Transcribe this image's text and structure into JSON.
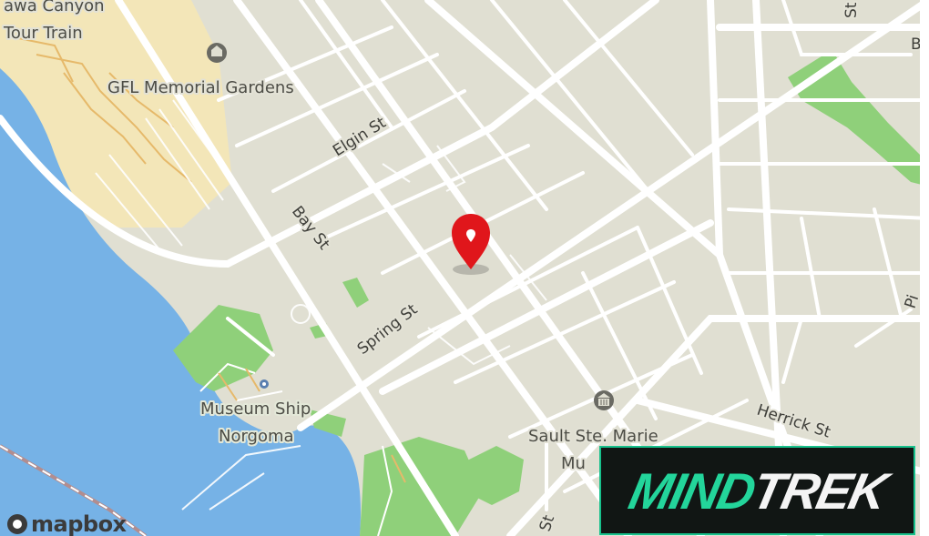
{
  "map": {
    "streets": {
      "elgin": "Elgin St",
      "bay": "Bay St",
      "spring": "Spring St",
      "herrick": "Herrick St",
      "partial_bottom": "St",
      "partial_right": "Pi",
      "partial_top": "St",
      "partial_topright": "Be"
    },
    "places": {
      "canyon_line1": "awa Canyon",
      "canyon_line2": "Tour Train",
      "gardens": "GFL Memorial Gardens",
      "museum_ship_line1": "Museum Ship",
      "museum_ship_line2": "Norgoma",
      "sault_line1": "Sault Ste. Marie",
      "sault_line2": "Mu"
    },
    "colors": {
      "land": "#e0dfd2",
      "water": "#76b2e6",
      "park": "#8fd07a",
      "sand": "#f3e6b8",
      "road": "#ffffff",
      "marker": "#e0161b"
    },
    "attribution": "mapbox"
  },
  "watermark": {
    "part1": "MIND",
    "part2": "TREK"
  }
}
